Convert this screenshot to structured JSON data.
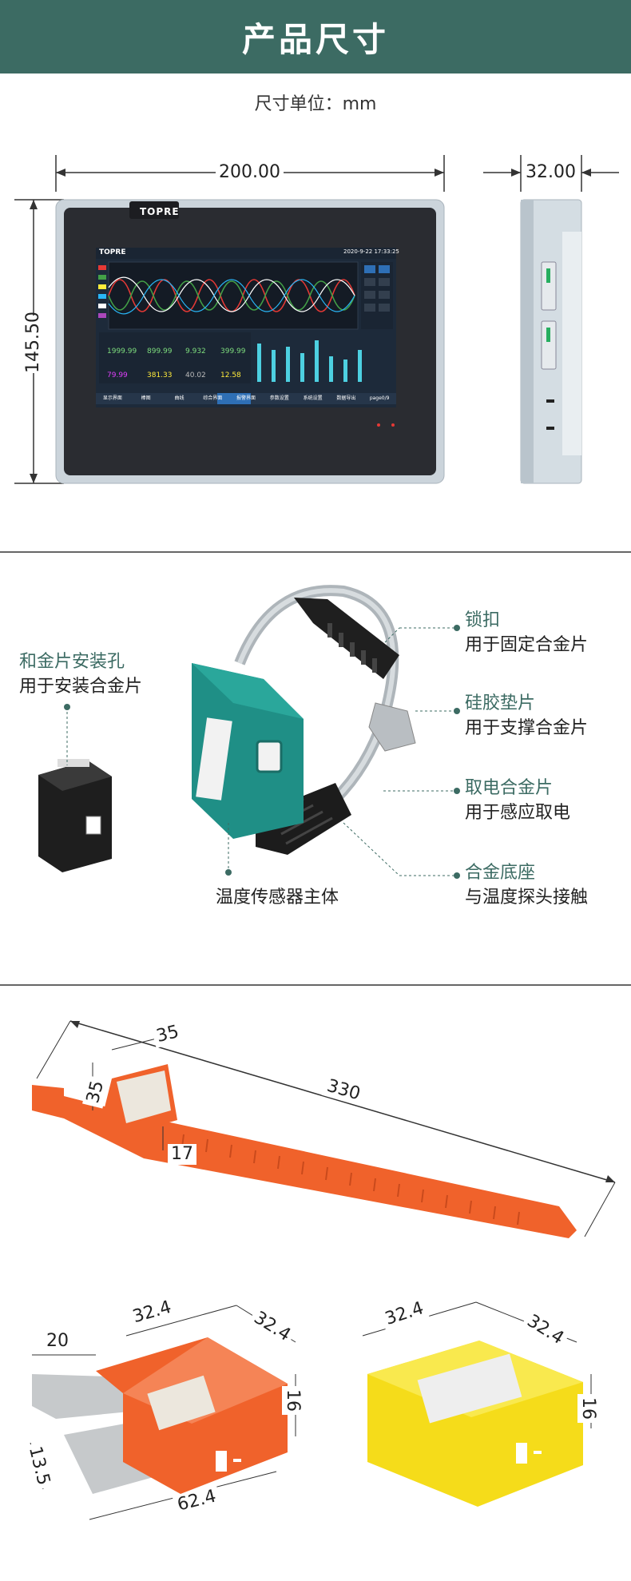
{
  "header": {
    "title": "产品尺寸"
  },
  "unit_label": "尺寸单位：mm",
  "display": {
    "brand": "TOPRE",
    "width": "200.00",
    "height": "145.50",
    "depth": "32.00",
    "screen": {
      "datetime": "2020-9-22  17:33:25",
      "bottom_buttons": [
        "显示界面",
        "棒图",
        "曲线",
        "综合界面",
        "报警界面",
        "参数设置",
        "系统设置",
        "数据导出",
        "page0/9"
      ]
    }
  },
  "sensor_parts": {
    "left_title": "和金片安装孔",
    "left_desc": "用于安装合金片",
    "body_title": "温度传感器主体",
    "lock_title": "锁扣",
    "lock_desc": "用于固定合金片",
    "pad_title": "硅胶垫片",
    "pad_desc": "用于支撑合金片",
    "alloy_title": "取电合金片",
    "alloy_desc": "用于感应取电",
    "base_title": "合金底座",
    "base_desc": "与温度探头接触"
  },
  "strap_dims": {
    "width": "35",
    "height": "35",
    "thickness": "17",
    "length": "330"
  },
  "orange_dims": {
    "top": "32.4",
    "side": "32.4",
    "height": "16",
    "tab_w": "20",
    "tab_h": "13.5",
    "total": "62.4"
  },
  "yellow_dims": {
    "top": "32.4",
    "side": "32.4",
    "height": "16"
  },
  "colors": {
    "header": "#3c6b63",
    "accent": "#3c6b63",
    "teal_device": "#1f8f86",
    "orange": "#f0622b",
    "yellow": "#f5dc1a"
  }
}
